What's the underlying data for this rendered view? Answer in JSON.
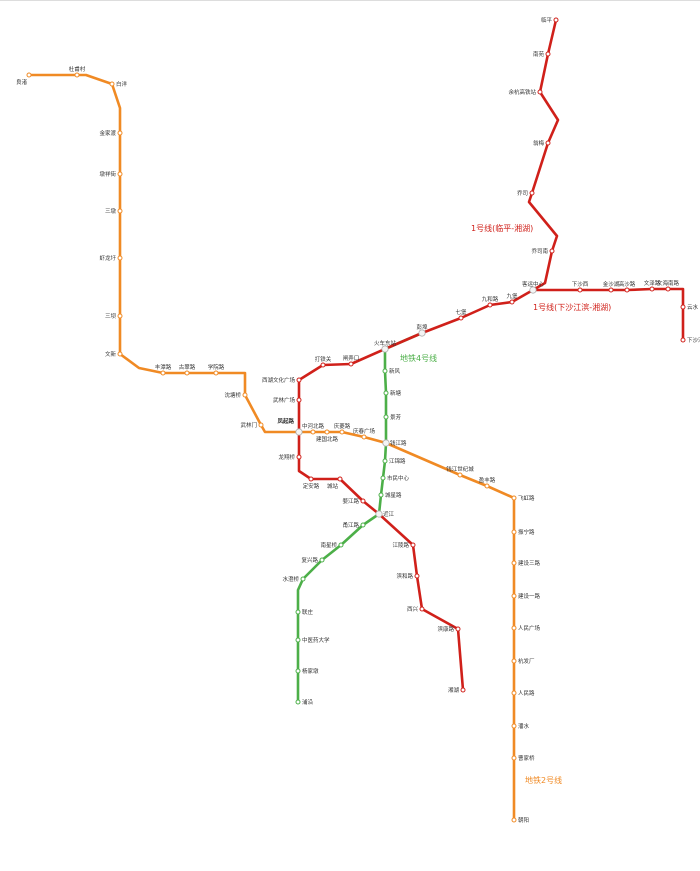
{
  "colors": {
    "line1": "#d0201a",
    "line2": "#f08a24",
    "line4": "#4caf48",
    "interchange": "#aaaaaa"
  },
  "line_labels": {
    "line1_main": "1号线(临平-湘湖)",
    "line1_branch": "1号线(下沙江滨-湘湖)",
    "line2": "地铁2号线",
    "line4": "地铁4号线"
  },
  "stations": {
    "liangzhu": "良渚",
    "dufucun": "杜甫村",
    "baiyang": "白洋",
    "jinjiadu": "金家渡",
    "dunxiangjie": "墩祥街",
    "sandun": "三墩",
    "xialongwei": "虾龙圩",
    "sanba": "三坝",
    "wenxin": "文新",
    "fengtanlu": "丰潭路",
    "gucuilu": "古翠路",
    "xueyuanlu": "学院路",
    "shentangqiao": "沈塘桥",
    "wulinmen": "武林门",
    "fengqilu": "凤起路",
    "zhonghebeilu": "中河北路",
    "jianguobeilu": "建国北路",
    "qinglinglu": "庆菱路",
    "qingchunguangchang": "庆春广场",
    "qianjianglu": "钱江路",
    "qianjiangshijicheng": "钱江世纪城",
    "yingfenglu": "盈丰路",
    "feihonglu": "飞虹路",
    "zhenninglu": "振宁路",
    "jianshesanlu": "建设三路",
    "jiansheyilu": "建设一路",
    "renminguangchang": "人民广场",
    "hangfachang": "杭发厂",
    "renminlu": "人民路",
    "panshui": "潘水",
    "caojiaqiao": "曹家桥",
    "chaoyang": "朝阳",
    "linping": "临平",
    "nanyuan": "南苑",
    "yuhang": "余杭高铁站",
    "wengmei": "翁梅",
    "qiaosi": "乔司",
    "qiaosinan": "乔司南",
    "keyun": "客运中心",
    "jiubao": "九堡",
    "jiuhelu": "九和路",
    "qibao": "七堡",
    "pengbu": "彭埠",
    "huochedong": "火车东站",
    "zhanongkou": "闸弄口",
    "datieguan": "打铁关",
    "xihuwenhua": "西湖文化广场",
    "wulinguangchang": "武林广场",
    "longxiangqiao": "龙翔桥",
    "dinganlu": "定安路",
    "chengzhan": "城站",
    "wujianglu": "婺江路",
    "jinjiang": "近江",
    "jianglinglu": "江陵路",
    "binhelu": "滨和路",
    "xixing": "西兴",
    "binkanglu": "滨康路",
    "xianghu": "湘湖",
    "xiashaxi": "下沙西",
    "jinshahu": "金沙湖",
    "gaoshalu": "高沙路",
    "wenzelu": "文泽路",
    "wenhainanlu": "文海南路",
    "yunshui": "云水",
    "xiashajiangbin": "下沙江滨",
    "xinfeng": "新风",
    "xintang": "新塘",
    "jingfang": "景芳",
    "jiangjinlu": "江锦路",
    "shiminzhongxin": "市民中心",
    "chengxinglu": "城星路",
    "yongjianglu": "甬江路",
    "nanxingqiao": "南星桥",
    "fuxinglu": "复兴路",
    "shuichengqiao": "水澄桥",
    "lianzhuang": "联庄",
    "zhongyiyao": "中医药大学",
    "yangjiadun": "杨家墩",
    "puyan": "浦沿"
  }
}
